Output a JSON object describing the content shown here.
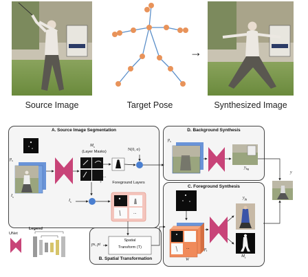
{
  "top_row": {
    "captions": [
      "Source Image",
      "Target Pose",
      "Synthesized Image"
    ],
    "arrow": "→"
  },
  "panels": {
    "a": {
      "title": "A. Source Image Segmentation",
      "ms": "M",
      "ms_sub": "s",
      "layer_masks": "(Layer Masks)",
      "noise": "N(0, σ)",
      "fg_layers": "Foreground Layers",
      "ps": "p",
      "ps_sub": "s",
      "is": "I",
      "is_sub": "s",
      "is2": "I",
      "is2_sub": "s"
    },
    "b": {
      "title": "B. Spatial Transformation",
      "inputs": "p",
      "inputs_rest": "s, pt",
      "st_line1": "Spatial",
      "st_line2": "Transform (T)"
    },
    "c": {
      "title": "C. Foreground Synthesis",
      "yfg": "y",
      "yfg_sub": "fg",
      "mt": "M",
      "mt_sub": "t",
      "pt": "p",
      "pt_sub": "t",
      "w": "W"
    },
    "d": {
      "title": "D. Background Synthesis",
      "ps": "p",
      "ps_sub": "s",
      "ybg": "y",
      "ybg_sub": "bg"
    },
    "y": "y",
    "legend": {
      "title": "Legend",
      "unet": "UNet"
    },
    "dots": "...",
    "plus": "+",
    "times": "×"
  },
  "colors": {
    "pose_joint": "#e8935a",
    "pose_bone": "#5b8fc9",
    "multiply_node": "#4a7fd0",
    "unet": "#c84478",
    "fg_layers_box": "#f4c5bd",
    "stack_orange": "#f08a5a",
    "stack_blue": "#6a94d8"
  }
}
